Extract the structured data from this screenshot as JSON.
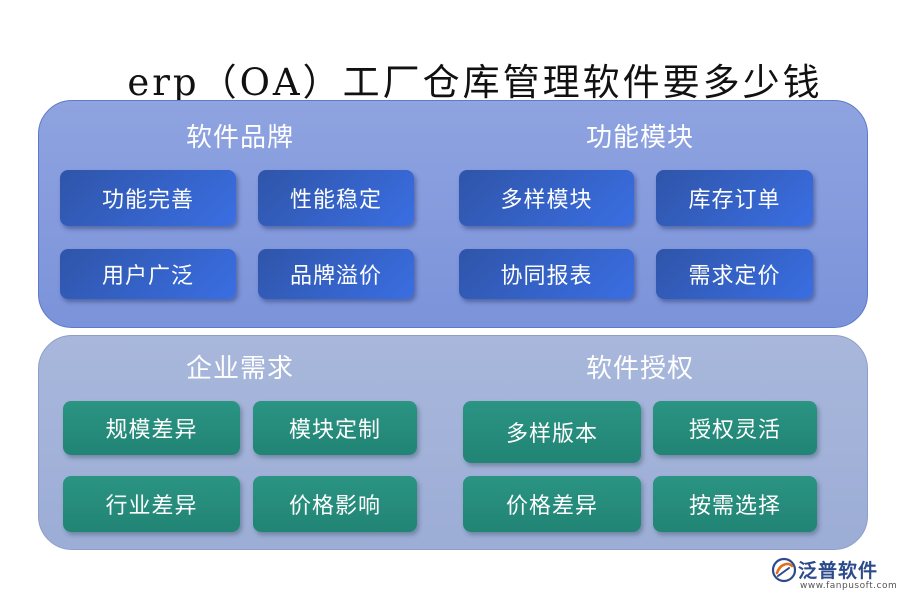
{
  "title": "erp（OA）工厂仓库管理软件要多少钱",
  "top_panel": {
    "left_section": {
      "title": "软件品牌",
      "items": [
        "功能完善",
        "性能稳定",
        "用户广泛",
        "品牌溢价"
      ]
    },
    "right_section": {
      "title": "功能模块",
      "items": [
        "多样模块",
        "库存订单",
        "协同报表",
        "需求定价"
      ]
    }
  },
  "bottom_panel": {
    "left_section": {
      "title": "企业需求",
      "items": [
        "规模差异",
        "模块定制",
        "行业差异",
        "价格影响"
      ]
    },
    "right_section": {
      "title": "软件授权",
      "items": [
        "多样版本",
        "授权灵活",
        "价格差异",
        "按需选择"
      ]
    }
  },
  "logo": {
    "name": "泛普软件",
    "url": "www.fanpusoft.com"
  },
  "colors": {
    "top_panel": "#8fa3e0",
    "bottom_panel": "#a8b7db",
    "blue_box": "#3a6ee2",
    "teal_box": "#218474"
  }
}
